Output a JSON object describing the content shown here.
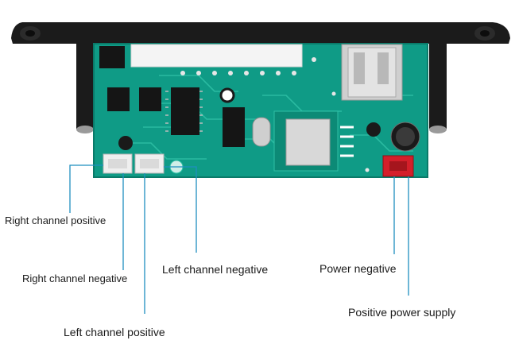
{
  "colors": {
    "bezel": "#1b1b1b",
    "pcb": "#0f9b86",
    "pcb_dark": "#0a7a69",
    "trace": "#2fc0a6",
    "leader_line": "#1f8fbf",
    "connector_white": "#efefef",
    "connector_red": "#d41f2a"
  },
  "icons": [
    "usb-port-icon",
    "connector-icon",
    "capacitor-icon",
    "ic-chip-icon"
  ],
  "labels": {
    "right_pos": "Right channel positive",
    "right_neg": "Right channel negative",
    "left_neg": "Left channel negative",
    "left_pos": "Left channel positive",
    "power_neg": "Power negative",
    "power_pos": "Positive power supply"
  }
}
